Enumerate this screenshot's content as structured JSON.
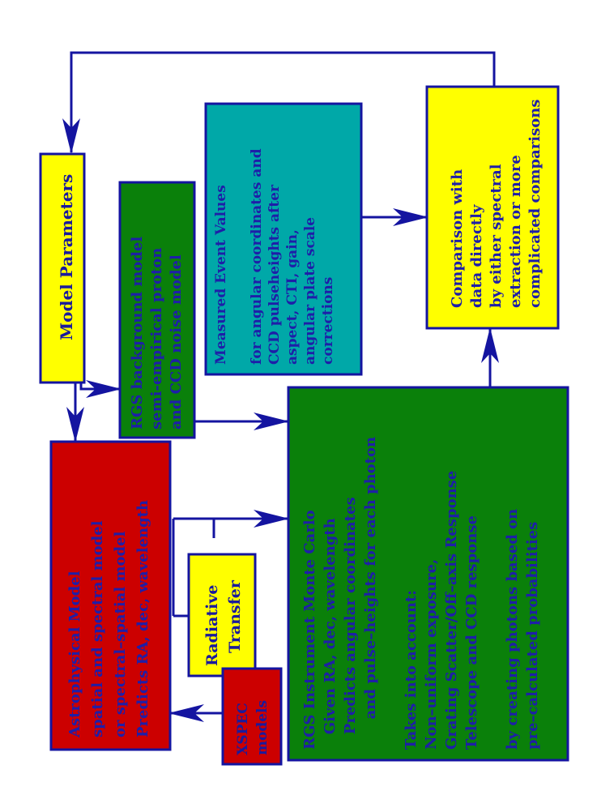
{
  "colors": {
    "line": "#1414a0",
    "text_blue": "#1e1ea8",
    "text_dark": "#1a1a9c",
    "red": "#cc0000",
    "yellow": "#ffff00",
    "green": "#0a800a",
    "teal": "#00a8a8"
  },
  "nodes": {
    "model_parameters": {
      "lines": [
        "Model Parameters"
      ]
    },
    "background_model": {
      "lines": [
        "RGS background model",
        "semi-empirical proton",
        "and CCD noise model"
      ]
    },
    "measured_event": {
      "lines": [
        "Measured Event Values",
        "",
        "for angular coordinates and",
        "CCD pulseheights after",
        "aspect, CTI, gain,",
        "angular plate scale",
        "corrections"
      ]
    },
    "comparison": {
      "lines": [
        "Comparison with",
        "data directly",
        "by either spectral",
        "extraction or more",
        "complicated comparisons"
      ]
    },
    "astrophysical_model": {
      "lines": [
        "Astrophysical Model",
        "spatial and spectral model",
        "or spectral–spatial model",
        "Predicts RA, dec, wavelength"
      ]
    },
    "radiative_transfer": {
      "lines": [
        "Radiative",
        "Transfer"
      ]
    },
    "xspec_models": {
      "lines": [
        "XSPEC",
        "models"
      ]
    },
    "monte_carlo": {
      "lines": [
        "RGS Instrument Monte Carlo",
        "   Given RA, dec, wavelength",
        "   Predicts angular coordinates",
        "      and pulse–heights for each photon",
        "",
        "Takes into account:",
        "Non–uniform exposure,",
        "Grating Scatter/Off–axis Response",
        "Telescope and CCD response",
        "",
        "by creating photons based on",
        "pre–calculated probabilities"
      ]
    }
  }
}
